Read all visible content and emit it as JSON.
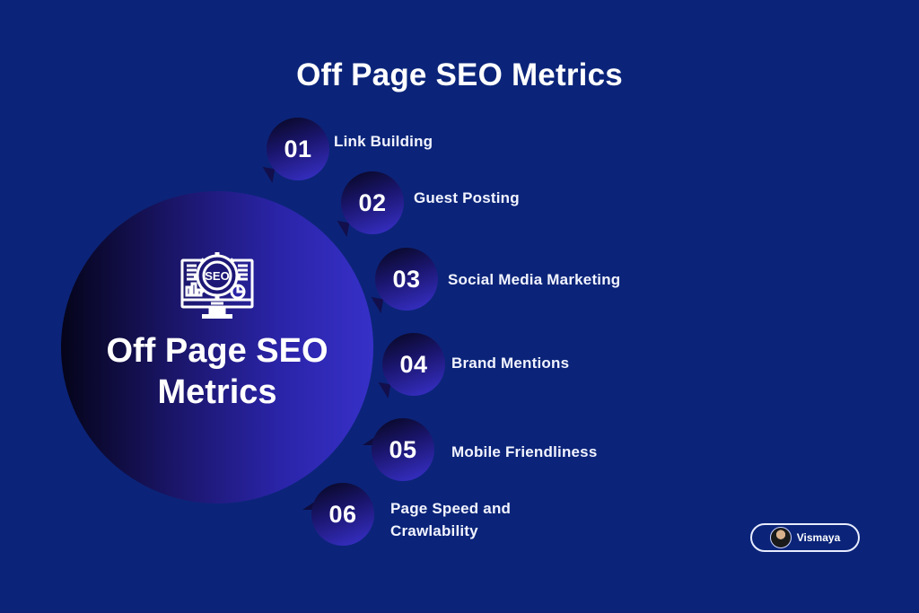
{
  "title": "Off Page SEO Metrics",
  "hub": {
    "icon": "seo-monitor-gear-icon",
    "text_line1": "Off Page SEO",
    "text_line2": "Metrics"
  },
  "items": [
    {
      "number": "01",
      "label": "Link Building"
    },
    {
      "number": "02",
      "label": "Guest Posting"
    },
    {
      "number": "03",
      "label": "Social Media Marketing"
    },
    {
      "number": "04",
      "label": "Brand Mentions"
    },
    {
      "number": "05",
      "label": "Mobile Friendliness"
    },
    {
      "number": "06",
      "label_line1": "Page Speed and",
      "label_line2": "Crawlability"
    }
  ],
  "badge": {
    "name": "Vismaya",
    "icon": "avatar-icon"
  },
  "colors": {
    "background": "#0b2479",
    "hub_gradient_start": "#05041a",
    "hub_gradient_end": "#3730c8",
    "text": "#ffffff"
  }
}
